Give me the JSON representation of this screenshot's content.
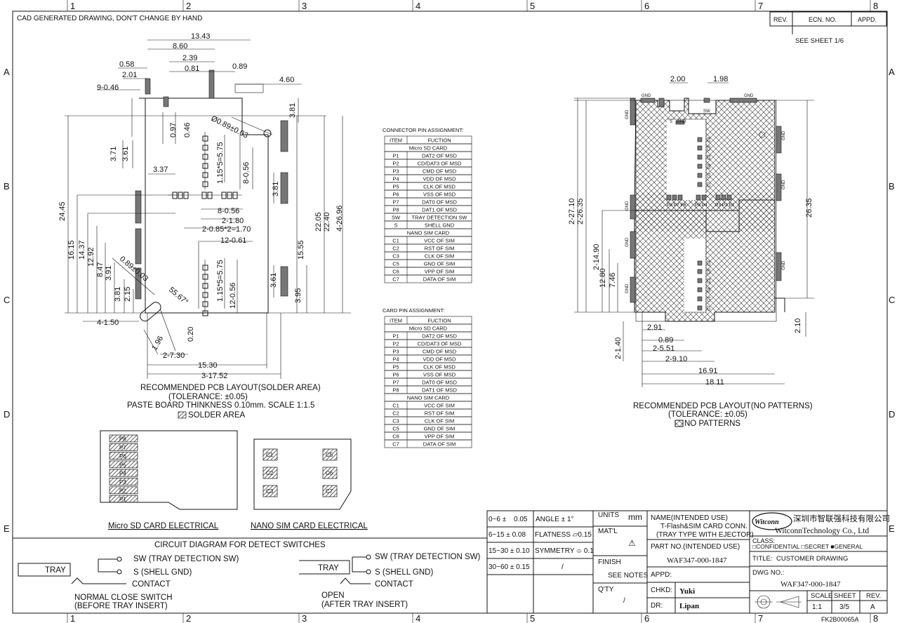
{
  "border": {
    "cols": [
      "1",
      "2",
      "3",
      "4",
      "5",
      "6",
      "7",
      "8"
    ],
    "rows": [
      "A",
      "B",
      "C",
      "D",
      "E"
    ]
  },
  "header": {
    "cad_note": "CAD GENERATED DRAWING, DON'T CHANGE BY HAND",
    "rev": "REV.",
    "ecn": "ECN. NO.",
    "appd": "APPD.",
    "see_sheet": "SEE SHEET 1/6"
  },
  "left_view": {
    "dims": [
      "13.43",
      "8.60",
      "2.39",
      "0.81",
      "0.89",
      "0.58",
      "2.01",
      "9-0.46",
      "4.60",
      "3.81",
      "Ø0.89±0.03",
      "0.97",
      "0.46",
      "3.71",
      "3.61",
      "3.37",
      "1.15*5=5.75",
      "8-0.56",
      "3.81",
      "24.45",
      "22.05",
      "22.40",
      "4-26.96",
      "8-0.56",
      "2-1.80",
      "2-0.85*2=1.70",
      "12-0.61",
      "15.55",
      "16.15",
      "14.37",
      "12.92",
      "8.47",
      "3.91",
      "0.89±0.03",
      "55.67°",
      "3.81",
      "2.15",
      "1.15*5=5.75",
      "12-0.56",
      "3.61",
      "3.95",
      "4-1.50",
      "0.20",
      "1.96",
      "2-7.30",
      "15.30",
      "3-17.52"
    ],
    "caption": [
      "RECOMMENDED PCB LAYOUT(SOLDER AREA)",
      "(TOLERANCE: ±0.05)",
      "PASTE BOARD THINKNESS 0.10mm.  SCALE 1:1.5"
    ],
    "legend": "SOLDER AREA"
  },
  "connector_table": {
    "title": "CONNECTOR PIN ASSIGNMENT:",
    "headers": [
      "ITEM",
      "FUCTION"
    ],
    "sections": [
      {
        "name": "Micro SD CARD",
        "rows": [
          [
            "P1",
            "DAT2 OF MSD"
          ],
          [
            "P2",
            "CD/DAT3 OF MSD"
          ],
          [
            "P3",
            "CMD OF MSD"
          ],
          [
            "P4",
            "VDD OF MSD"
          ],
          [
            "P5",
            "CLK OF MSD"
          ],
          [
            "P6",
            "VSS OF MSD"
          ],
          [
            "P7",
            "DAT0 OF MSD"
          ],
          [
            "P8",
            "DAT1 OF MSD"
          ],
          [
            "SW",
            "TRAY DETECTION SW"
          ],
          [
            "S",
            "SHELL GND"
          ]
        ]
      },
      {
        "name": "NANO SIM CARD",
        "rows": [
          [
            "C1",
            "VCC OF SIM"
          ],
          [
            "C2",
            "RST OF SIM"
          ],
          [
            "C3",
            "CLK OF SIM"
          ],
          [
            "C5",
            "GND OF SIM"
          ],
          [
            "C6",
            "VPP OF SIM"
          ],
          [
            "C7",
            "DATA OF SIM"
          ]
        ]
      }
    ]
  },
  "card_table": {
    "title": "CARD PIN ASSIGNMENT:",
    "headers": [
      "ITEM",
      "FUCTION"
    ],
    "sections": [
      {
        "name": "Micro SD CARD",
        "rows": [
          [
            "P1",
            "DAT2 OF MSD"
          ],
          [
            "P2",
            "CD/DAT3 OF MSD"
          ],
          [
            "P3",
            "CMD OF MSD"
          ],
          [
            "P4",
            "VDD OF MSD"
          ],
          [
            "P5",
            "CLK OF MSD"
          ],
          [
            "P6",
            "VSS OF MSD"
          ],
          [
            "P7",
            "DAT0 OF MSD"
          ],
          [
            "P8",
            "DAT1 OF MSD"
          ]
        ]
      },
      {
        "name": "NANO SIM CARD",
        "rows": [
          [
            "C1",
            "VCC OF SIM"
          ],
          [
            "C2",
            "RST OF SIM"
          ],
          [
            "C3",
            "CLK OF SIM"
          ],
          [
            "C5",
            "GND OF SIM"
          ],
          [
            "C6",
            "VPP OF SIM"
          ],
          [
            "C7",
            "DATA OF SIM"
          ]
        ]
      }
    ]
  },
  "right_view": {
    "dims": [
      "2.00",
      "1.98",
      "2-27.10",
      "2-26.35",
      "26.35",
      "2-14.90",
      "12.80",
      "7.46",
      "2.10",
      "2.91",
      "0.89",
      "2-5.51",
      "2-9.10",
      "16.91",
      "18.11",
      "2-1.40"
    ],
    "labels": {
      "gnd": "GND",
      "sw": "SW",
      "s": "S",
      "pads_top": [
        "P8 P7 P6",
        "P5 P4",
        "P3 P2 P1"
      ],
      "cpads": [
        "C3",
        "C5",
        "C2",
        "C6",
        "C1",
        "C7"
      ],
      "cpads2": [
        "C3",
        "C5",
        "C2",
        "C6",
        "C1",
        "C7"
      ]
    },
    "caption": [
      "RECOMMENDED PCB LAYOUT(NO PATTERNS)",
      "(TOLERANCE: ±0.05)"
    ],
    "legend": "NO PATTERNS"
  },
  "card_views": {
    "msd_pins": [
      "P8",
      "P7",
      "P6",
      "P5",
      "P4",
      "P3",
      "P2",
      "P1"
    ],
    "sim_pins_left": [
      "C1",
      "C2",
      "C3"
    ],
    "sim_pins_right": [
      "C5",
      "C6",
      "C7"
    ],
    "msd_label": "Micro SD CARD ELECTRICAL",
    "sim_label": "NANO SIM CARD ELECTRICAL"
  },
  "circuit": {
    "title": "CIRCUIT DIAGRAM FOR DETECT SWITCHES",
    "tray": "TRAY",
    "sw": "SW (TRAY DETECTION SW)",
    "s": "S (SHELL GND)",
    "contact": "CONTACT",
    "left_caption": [
      "NORMAL CLOSE SWITCH",
      "(BEFORE TRAY INSERT)"
    ],
    "right_caption": [
      "OPEN",
      "(AFTER TRAY INSERT)"
    ]
  },
  "title_block": {
    "tol": [
      [
        "0~6 ±",
        "0.05"
      ],
      [
        "6~15 ±",
        "0.08"
      ],
      [
        "15~30 ±",
        "0.10"
      ],
      [
        "30~60 ±",
        "0.15"
      ]
    ],
    "angle": "ANGLE  ±  1°",
    "flatness": "FLATNESS ⏥0.15",
    "symmetry": "SYMMETRY ⌯ 0.1",
    "slash": "/",
    "units_label": "UNITS",
    "units": "mm",
    "matl": "MAT'L",
    "finish": "FINISH",
    "see_notes": "SEE NOTES",
    "qty": "Q'TY",
    "name_label": "NAME(INTENDED USE)",
    "name": [
      "T-Flash&SIM CARD CONN.",
      "(TRAY TYPE WITH EJECTOR)"
    ],
    "part_label": "PART NO.(INTENDED USE)",
    "part_no": "WAF347-000-1847",
    "appd": "APPD:",
    "chkd": "CHKD:",
    "chkd_name": "Yuki",
    "dr": "DR:",
    "dr_name": "Lipan",
    "company_cn": "深圳市智联强科技有限公司",
    "company_en": "WitconnTechnology Co., Ltd",
    "logo": "Witconn",
    "class_label": "CLASS:",
    "class_opts": "□CONFIDENTIAL  □SECRET  ■GENERAL",
    "title_label": "TITLE:",
    "title": "CUSTOMER DRAWING",
    "dwg_label": "DWG NO.:",
    "dwg_no": "WAF347-000-1847",
    "scale_label": "SCALE",
    "sheet_label": "SHEET",
    "rev_label": "REV.",
    "scale": "1:1",
    "sheet": "3/5",
    "rev": "A",
    "footer": "FK2B00065A"
  }
}
